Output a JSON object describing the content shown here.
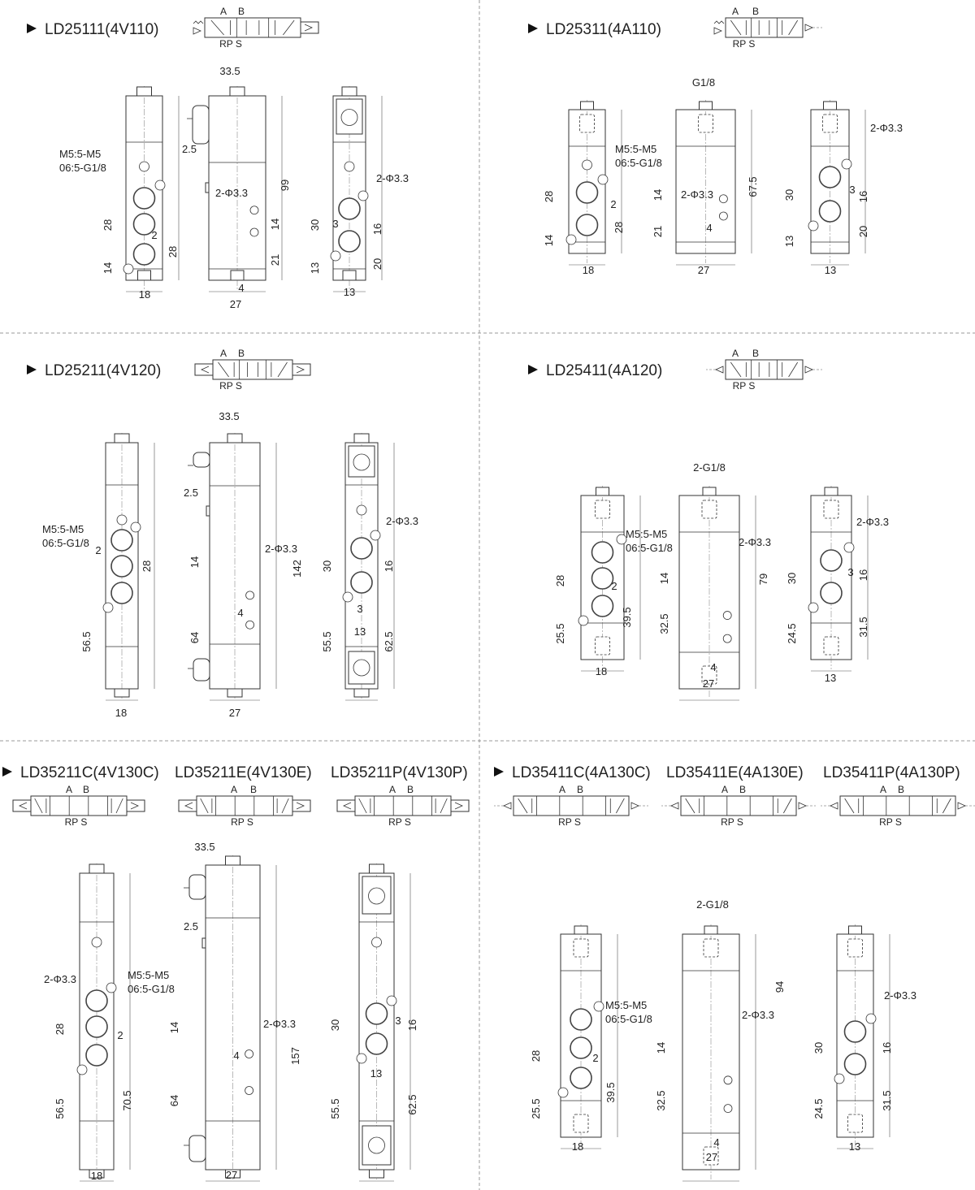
{
  "panels": [
    {
      "titles": [
        "LD25111(4V110)"
      ],
      "symbols": [
        {
          "a": "A",
          "b": "B",
          "ports": "RP S"
        }
      ],
      "dims": [
        "33.5",
        "M5:5-M5",
        "06:5-G1/8",
        "2.5",
        "99",
        "2-Φ3.3",
        "28",
        "2",
        "28",
        "14",
        "14",
        "21",
        "18",
        "4",
        "27",
        "30",
        "2-Φ3.3",
        "3",
        "16",
        "13",
        "20",
        "13"
      ]
    },
    {
      "titles": [
        "LD25311(4A110)"
      ],
      "symbols": [
        {
          "a": "A",
          "b": "B",
          "ports": "RP S"
        }
      ],
      "dims": [
        "G1/8",
        "M5:5-M5",
        "06:5-G1/8",
        "2-Φ3.3",
        "2-Φ3.3",
        "67.5",
        "28",
        "2",
        "28",
        "14",
        "21",
        "4",
        "14",
        "18",
        "27",
        "30",
        "3",
        "16",
        "13",
        "20",
        "13"
      ]
    },
    {
      "titles": [
        "LD25211(4V120)"
      ],
      "symbols": [
        {
          "a": "A",
          "b": "B",
          "ports": "RP S"
        }
      ],
      "dims": [
        "33.5",
        "2.5",
        "M5:5-M5",
        "06:5-G1/8",
        "2-Φ3.3",
        "2-Φ3.3",
        "28",
        "2",
        "14",
        "30",
        "16",
        "142",
        "3",
        "4",
        "13",
        "56.5",
        "64",
        "55.5",
        "62.5",
        "18",
        "27"
      ]
    },
    {
      "titles": [
        "LD25411(4A120)"
      ],
      "symbols": [
        {
          "a": "A",
          "b": "B",
          "ports": "RP S"
        }
      ],
      "dims": [
        "2-G1/8",
        "M5:5-M5",
        "06:5-G1/8",
        "2-Φ3.3",
        "2-Φ3.3",
        "30",
        "3",
        "16",
        "79",
        "28",
        "2",
        "14",
        "39.5",
        "25.5",
        "32.5",
        "24.5",
        "31.5",
        "18",
        "4",
        "27",
        "13"
      ]
    },
    {
      "titles": [
        "LD35211C(4V130C)",
        "LD35211E(4V130E)",
        "LD35211P(4V130P)"
      ],
      "symbols": [
        {
          "a": "A",
          "b": "B",
          "ports": "RP S"
        },
        {
          "a": "A",
          "b": "B",
          "ports": "RP S"
        },
        {
          "a": "A",
          "b": "B",
          "ports": "RP S"
        }
      ],
      "dims": [
        "33.5",
        "2.5",
        "2-Φ3.3",
        "M5:5-M5",
        "06:5-G1/8",
        "2-Φ3.3",
        "28",
        "2",
        "14",
        "30",
        "3",
        "16",
        "4",
        "157",
        "13",
        "56.5",
        "70.5",
        "64",
        "55.5",
        "62.5",
        "18",
        "27"
      ]
    },
    {
      "titles": [
        "LD35411C(4A130C)",
        "LD35411E(4A130E)",
        "LD35411P(4A130P)"
      ],
      "symbols": [
        {
          "a": "A",
          "b": "B",
          "ports": "RP S"
        },
        {
          "a": "A",
          "b": "B",
          "ports": "RP S"
        },
        {
          "a": "A",
          "b": "B",
          "ports": "RP S"
        }
      ],
      "dims": [
        "2-G1/8",
        "M5:5-M5",
        "06:5-G1/8",
        "2-Φ3.3",
        "2-Φ3.3",
        "94",
        "28",
        "2",
        "14",
        "30",
        "16",
        "39.5",
        "25.5",
        "32.5",
        "24.5",
        "31.5",
        "4",
        "18",
        "27",
        "13"
      ]
    }
  ]
}
